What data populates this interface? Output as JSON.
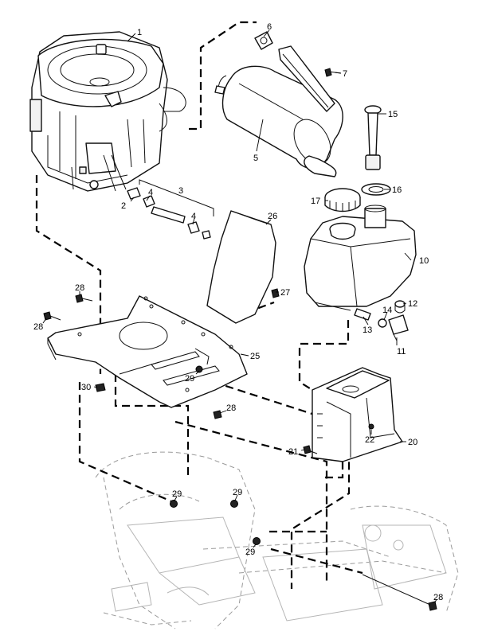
{
  "diagram": {
    "callouts": {
      "c1": "1",
      "c2": "2",
      "c3": "3",
      "c4a": "4",
      "c4b": "4",
      "c5": "5",
      "c6": "6",
      "c7": "7",
      "c10": "10",
      "c11": "11",
      "c12": "12",
      "c13": "13",
      "c14": "14",
      "c15": "15",
      "c16": "16",
      "c17": "17",
      "c20": "20",
      "c21": "21",
      "c22": "22",
      "c25": "25",
      "c26": "26",
      "c27": "27",
      "c28a": "28",
      "c28b": "28",
      "c28c": "28",
      "c28d": "28",
      "c29a": "29",
      "c29b": "29",
      "c29c": "29",
      "c29d": "29",
      "c30": "30"
    }
  }
}
